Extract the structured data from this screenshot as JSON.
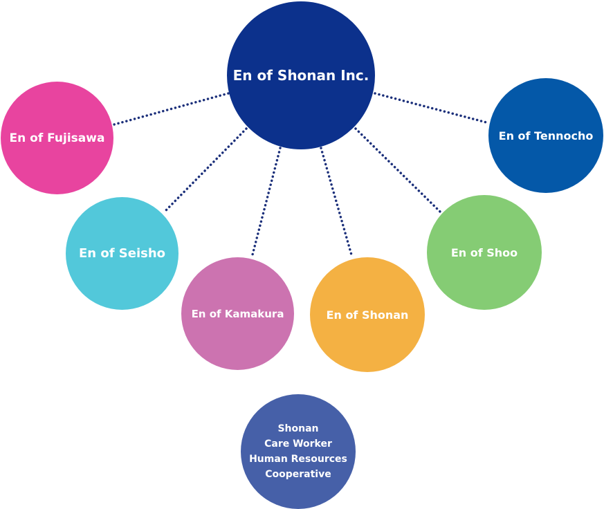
{
  "hub": {
    "label": "En of Shonan Inc.",
    "color": "#0c318c"
  },
  "branches": {
    "fujisawa": {
      "label": "En of Fujisawa",
      "color": "#e8449f"
    },
    "tennocho": {
      "label": "En of Tennocho",
      "color": "#0458a8"
    },
    "seisho": {
      "label": "En of Seisho",
      "color": "#52c8da"
    },
    "shoo": {
      "label": "En of Shoo",
      "color": "#85cc74"
    },
    "kamakura": {
      "label": "En of Kamakura",
      "color": "#cc73b0"
    },
    "shonan": {
      "label": "En of Shonan",
      "color": "#f4b143"
    }
  },
  "cooperative": {
    "label": "Shonan\nCare Worker\nHuman Resources\nCooperative",
    "color": "#4660a8"
  },
  "connector_color": "#1b2f7a"
}
